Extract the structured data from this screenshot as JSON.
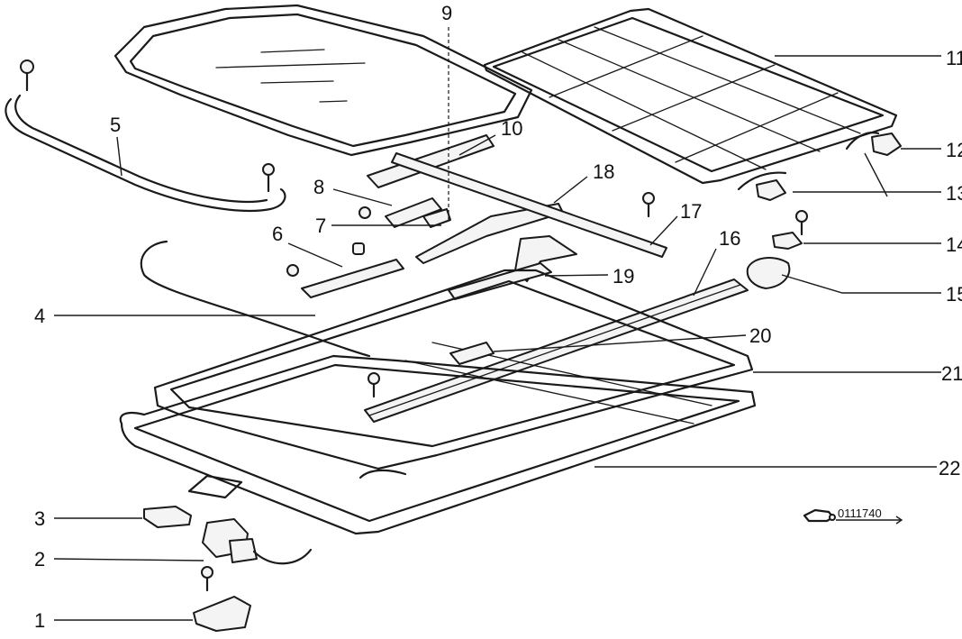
{
  "callouts": {
    "c1": "1",
    "c2": "2",
    "c3": "3",
    "c4": "4",
    "c5": "5",
    "c6": "6",
    "c7": "7",
    "c8": "8",
    "c9": "9",
    "c10": "10",
    "c11": "11",
    "c12": "12",
    "c13": "13",
    "c14": "14",
    "c15": "15",
    "c16": "16",
    "c17": "17",
    "c18": "18",
    "c19": "19",
    "c20": "20",
    "c21": "21",
    "c22": "22"
  },
  "reference_code": "0111740",
  "colors": {
    "ink": "#1a1a1a",
    "background": "#ffffff"
  }
}
